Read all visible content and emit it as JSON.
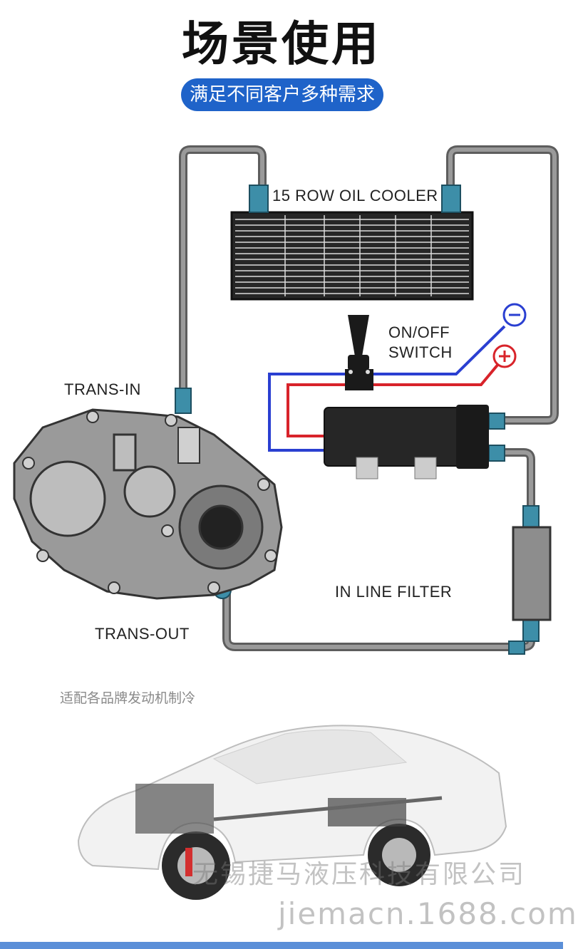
{
  "header": {
    "title": "场景使用",
    "subtitle": "满足不同客户多种需求"
  },
  "diagram": {
    "labels": {
      "oil_cooler": "15 ROW OIL COOLER",
      "switch_line1": "ON/OFF",
      "switch_line2": "SWITCH",
      "trans_in": "TRANS-IN",
      "trans_out": "TRANS-OUT",
      "inline_filter": "IN LINE FILTER",
      "minus": "−",
      "plus": "+"
    },
    "colors": {
      "hose": "#7a7a7a",
      "fitting": "#3d8ea8",
      "wire_negative": "#2a3fd1",
      "wire_positive": "#d8232a",
      "cooler_body": "#262626",
      "pill_bg": "#1f63c9"
    }
  },
  "photo": {
    "caption": "适配各品牌发动机制冷",
    "watermark_company": "无锡捷马液压科技有限公司",
    "watermark_url": "jiemacn.1688.com"
  }
}
